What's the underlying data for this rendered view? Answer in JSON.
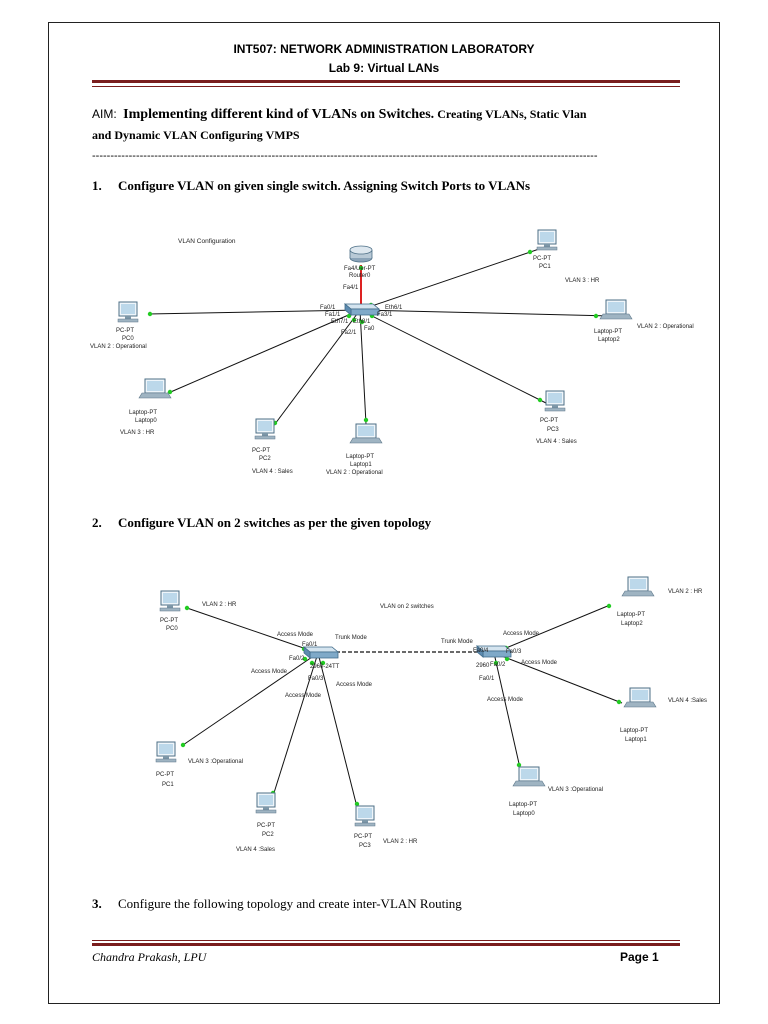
{
  "header": {
    "course": "INT507: NETWORK ADMINISTRATION LABORATORY",
    "lab": "Lab 9:  Virtual LANs"
  },
  "aim": {
    "label": "AIM:",
    "big": "Implementing different kind of VLANs on Switches.",
    "small_1": " Creating VLANs, Static Vlan",
    "small_2": "and Dynamic VLAN Configuring VMPS"
  },
  "separator": "------------------------------------------------------------------------------------------------------------------------------------------",
  "steps": [
    {
      "num": "1.",
      "text": "Configure VLAN  on given single switch. Assigning Switch Ports to VLANs"
    },
    {
      "num": "2.",
      "text": "Configure VLAN on 2 switches as per the given topology"
    },
    {
      "num": "3.",
      "text": "Configure the following topology and create inter-VLAN Routing"
    }
  ],
  "diagram1": {
    "caption": "VLAN Configuration",
    "router": {
      "type": "Fa4/Uer-PT",
      "name": "Router0",
      "port": "Fa4/1"
    },
    "switch_ports": [
      "Fa0/1",
      "Fa1/1",
      "Eth7/1",
      "Fa2/1",
      "Eth6/1",
      "Fa3/1",
      "Eth8/1",
      "Fa0"
    ],
    "devices": [
      {
        "type": "PC-PT",
        "name": "PC1",
        "vlan": "VLAN 3 : HR"
      },
      {
        "type": "PC-PT",
        "name": "PC0",
        "vlan": "VLAN 2 : Operational"
      },
      {
        "type": "Laptop-PT",
        "name": "Laptop2",
        "vlan": "VLAN 2 : Operational"
      },
      {
        "type": "Laptop-PT",
        "name": "Laptop0",
        "vlan": "VLAN 3 : HR"
      },
      {
        "type": "PC-PT",
        "name": "PC3",
        "vlan": "VLAN 4 : Sales"
      },
      {
        "type": "PC-PT",
        "name": "PC2",
        "vlan": "VLAN 4 : Sales"
      },
      {
        "type": "Laptop-PT",
        "name": "Laptop1",
        "vlan": "VLAN 2 : Operational"
      }
    ]
  },
  "diagram2": {
    "caption": "VLAN on 2 switches",
    "switch_a": {
      "label": "2960-24TT",
      "ports": [
        "Fa0/1",
        "Fa0/2",
        "Fa0/3",
        "Fa0/4"
      ]
    },
    "switch_b": {
      "label": "2960",
      "ports": [
        "Fa0/4",
        "Fa0/3",
        "Fa0/2",
        "Fa0/1"
      ]
    },
    "modes": {
      "access": "Access Mode",
      "trunk": "Trunk Mode"
    },
    "devices": [
      {
        "type": "PC-PT",
        "name": "PC0",
        "vlan": "VLAN 2 : HR"
      },
      {
        "type": "PC-PT",
        "name": "PC1",
        "vlan": "VLAN 3 :Operational"
      },
      {
        "type": "PC-PT",
        "name": "PC2",
        "vlan": "VLAN 4 :Sales"
      },
      {
        "type": "PC-PT",
        "name": "PC3",
        "vlan": "VLAN 2 : HR"
      },
      {
        "type": "Laptop-PT",
        "name": "Laptop2",
        "vlan": "VLAN 2 : HR"
      },
      {
        "type": "Laptop-PT",
        "name": "Laptop1",
        "vlan": "VLAN 4 :Sales"
      },
      {
        "type": "Laptop-PT",
        "name": "Laptop0",
        "vlan": "VLAN 3 :Operational"
      }
    ]
  },
  "footer": {
    "author": "Chandra Prakash, LPU",
    "page": "Page 1"
  },
  "colors": {
    "rule": "#7a1d1d",
    "link_up": "#22cc22",
    "router_link": "#dd2222"
  }
}
